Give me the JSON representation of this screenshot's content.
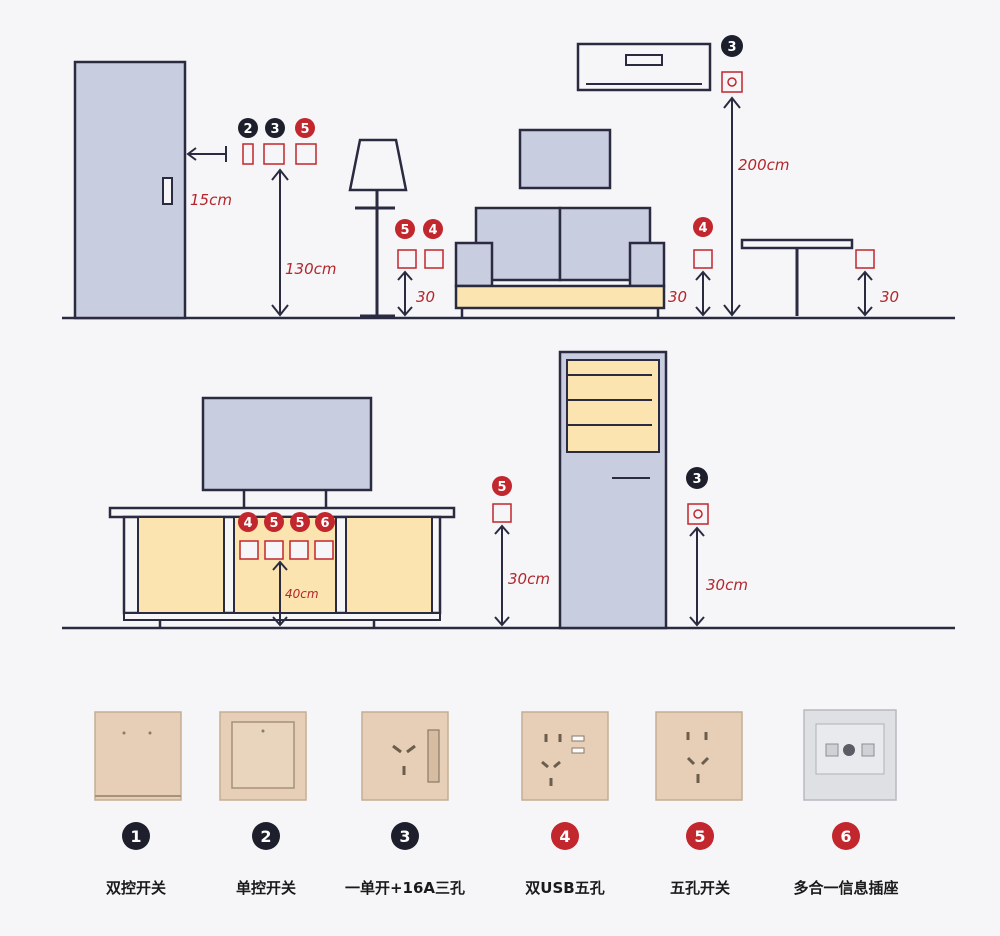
{
  "colors": {
    "outline": "#2a2a40",
    "furniture_blue": "#c9cde0",
    "furniture_yellow": "#fbe4b0",
    "badge_red": "#c1272d",
    "badge_dark": "#1d1f2c",
    "annotation": "#b3262c",
    "floor_line": "#2a2a40",
    "socket_plate": "#e0c9b0"
  },
  "top_section": {
    "door_distance_label": "15cm",
    "switch_height_label": "130cm",
    "ac_height_label": "200cm",
    "lamp_socket_height_label": "30",
    "sofa_socket_height_label": "30",
    "table_socket_height_label": "30",
    "badges": {
      "door_switch_1": "2",
      "door_switch_2": "3",
      "door_switch_3": "5",
      "ac": "3",
      "lamp_1": "5",
      "lamp_2": "4",
      "sofa": "4"
    }
  },
  "bottom_section": {
    "tv_socket_height_label": "40cm",
    "side_socket_height_label": "30cm",
    "ac_socket_height_label": "30cm",
    "badges": {
      "tv_1": "4",
      "tv_2": "5",
      "tv_3": "5",
      "tv_4": "6",
      "side": "5",
      "ac": "3"
    }
  },
  "legend": [
    {
      "number": "1",
      "label": "双控开关",
      "badge_style": "dark",
      "icon": "double-control-switch-icon"
    },
    {
      "number": "2",
      "label": "单控开关",
      "badge_style": "dark",
      "icon": "single-control-switch-icon"
    },
    {
      "number": "3",
      "label": "一单开+16A三孔",
      "badge_style": "dark",
      "icon": "switch-16a-socket-icon"
    },
    {
      "number": "4",
      "label": "双USB五孔",
      "badge_style": "red",
      "icon": "dual-usb-socket-icon"
    },
    {
      "number": "5",
      "label": "五孔开关",
      "badge_style": "red",
      "icon": "five-hole-socket-icon"
    },
    {
      "number": "6",
      "label": "多合一信息插座",
      "badge_style": "red",
      "icon": "multi-info-socket-icon"
    }
  ]
}
